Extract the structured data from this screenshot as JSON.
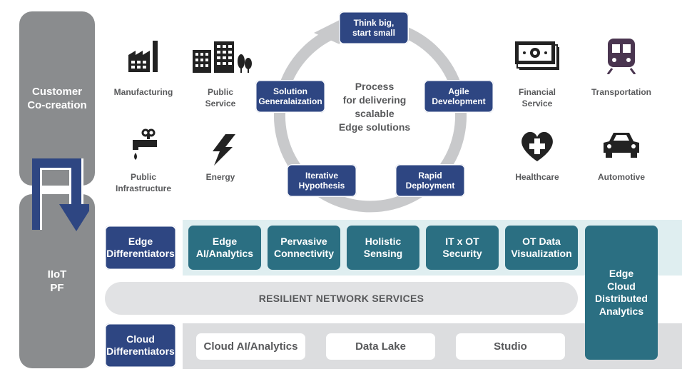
{
  "left_column": {
    "customer_cocreation": "Customer\nCo-creation",
    "iiot_pf": "IIoT\nPF"
  },
  "industries": {
    "manufacturing": "Manufacturing",
    "public_service": "Public\nService",
    "public_infrastructure": "Public\nInfrastructure",
    "energy": "Energy",
    "financial_service": "Financial\nService",
    "transportation": "Transportation",
    "healthcare": "Healthcare",
    "automotive": "Automotive"
  },
  "process": {
    "center_text": "Process\nfor delivering\nscalable\nEdge solutions",
    "think_big": "Think big,\nstart small",
    "agile": "Agile\nDevelopment",
    "rapid": "Rapid\nDeployment",
    "iterative": "Iterative\nHypothesis",
    "solution": "Solution\nGeneralaization"
  },
  "platform": {
    "edge_differentiators": "Edge\nDifferentiators",
    "edge_items": [
      "Edge\nAI/Analytics",
      "Pervasive\nConnectivity",
      "Holistic\nSensing",
      "IT x OT\nSecurity",
      "OT Data\nVisualization"
    ],
    "edge_cloud": "Edge\nCloud\nDistributed\nAnalytics",
    "network": "RESILIENT NETWORK SERVICES",
    "cloud_differentiators": "Cloud\nDifferentiators",
    "cloud_items": [
      "Cloud AI/Analytics",
      "Data Lake",
      "Studio"
    ]
  },
  "colors": {
    "navy": "#2e4682",
    "teal": "#2b6f82",
    "gray": "#8a8c8e",
    "light_teal": "#dfeef0",
    "light_gray": "#dcdddf"
  },
  "icons": [
    "factory-icon",
    "buildings-icon",
    "faucet-icon",
    "lightning-icon",
    "banknote-icon",
    "train-icon",
    "heart-cross-icon",
    "car-icon",
    "arrow-down-icon",
    "cycle-arrow-icon"
  ]
}
